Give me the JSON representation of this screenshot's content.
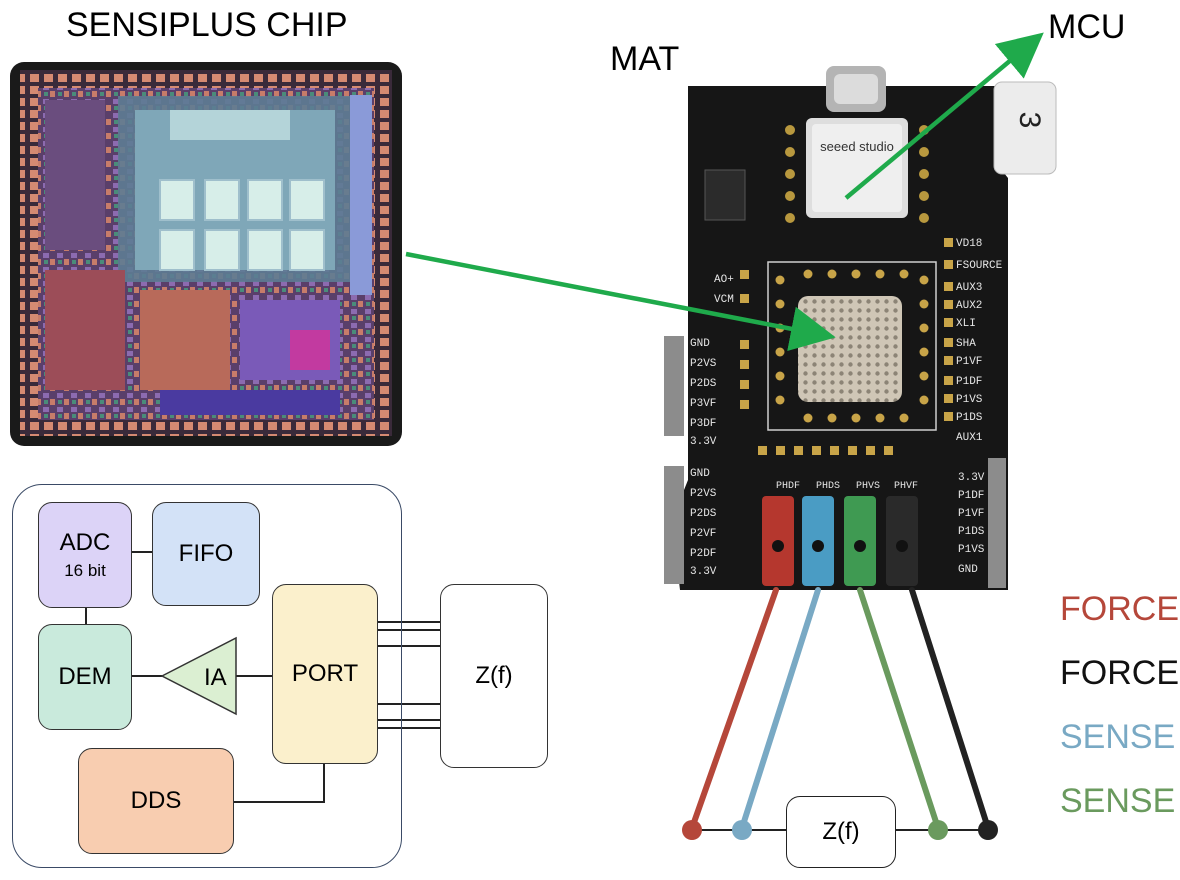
{
  "titles": {
    "chip": "SENSIPLUS CHIP",
    "mat": "MAT",
    "mcu": "MCU"
  },
  "block_diagram": {
    "adc": "ADC",
    "adc_sub": "16 bit",
    "fifo": "FIFO",
    "dem": "DEM",
    "ia": "IA",
    "port": "PORT",
    "dds": "DDS",
    "impedance": "Z(f)"
  },
  "board": {
    "module_brand": "seeed studio",
    "id_label": "3",
    "left_pins": [
      "AO+",
      "VCM",
      "GND",
      "P2VS",
      "P2DS",
      "P3VF",
      "P3DF",
      "3.3V"
    ],
    "right_pins": [
      "VD18",
      "FSOURCE",
      "AUX3",
      "AUX2",
      "XLI",
      "SHA",
      "P1VF",
      "P1DF",
      "P1VS",
      "P1DS",
      "AUX1"
    ],
    "header_pins_right": [
      "3.3V",
      "P1DF",
      "P1VF",
      "P1DS",
      "P1VS",
      "GND"
    ],
    "header_pins_left": [
      "GND",
      "P2VS",
      "P2DS",
      "P2VF",
      "P2DF",
      "3.3V"
    ],
    "probe_labels": [
      "PHDF",
      "PHDS",
      "PHVS",
      "PHVF"
    ]
  },
  "bottom_impedance": "Z(f)",
  "legend": [
    {
      "label": "FORCE",
      "color": "#b5473a"
    },
    {
      "label": "FORCE",
      "color": "#111111"
    },
    {
      "label": "SENSE",
      "color": "#79a9c4"
    },
    {
      "label": "SENSE",
      "color": "#6a9a5e"
    }
  ],
  "colors": {
    "arrow": "#1faa4b",
    "wire_red": "#b5473a",
    "wire_blue": "#79a9c4",
    "wire_green": "#6a9a5e",
    "wire_black": "#222222",
    "adc_fill": "#dcd3f7",
    "fifo_fill": "#d3e2f7",
    "dem_fill": "#c9eadc",
    "ia_fill": "#dbefd2",
    "port_fill": "#fbf0cc",
    "dds_fill": "#f8cdb0"
  }
}
